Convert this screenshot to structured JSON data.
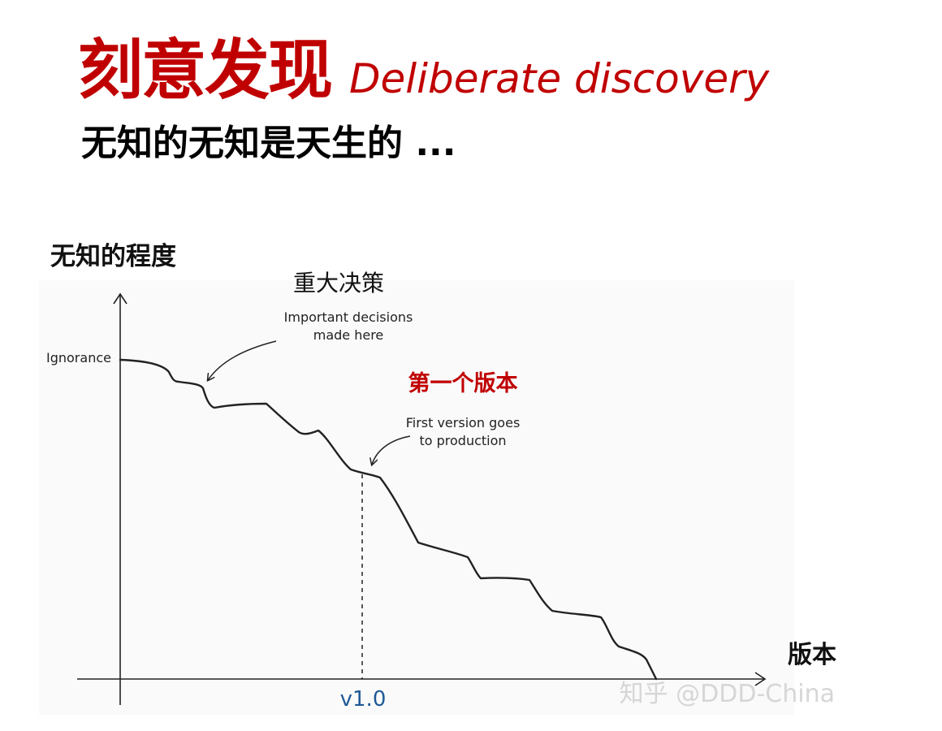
{
  "title": {
    "chinese": "刻意发现",
    "english": "Deliberate discovery"
  },
  "subtitle": "无知的无知是天生的 ...",
  "diagram": {
    "y_axis_label": "无知的程度",
    "x_axis_label": "版本",
    "y_tick_label": "Ignorance",
    "x_tick_label": "v1.0",
    "annotation_major": {
      "chinese": "重大决策",
      "english_line1": "Important decisions",
      "english_line2": "made here"
    },
    "annotation_release": {
      "chinese": "第一个版本",
      "english_line1": "First version goes",
      "english_line2": "to production"
    },
    "colors": {
      "title": "#c00000",
      "release_label": "#c00000",
      "tick_v1": "#1f5a96",
      "curve": "#222222"
    }
  },
  "watermark": "知乎 @DDD-China"
}
